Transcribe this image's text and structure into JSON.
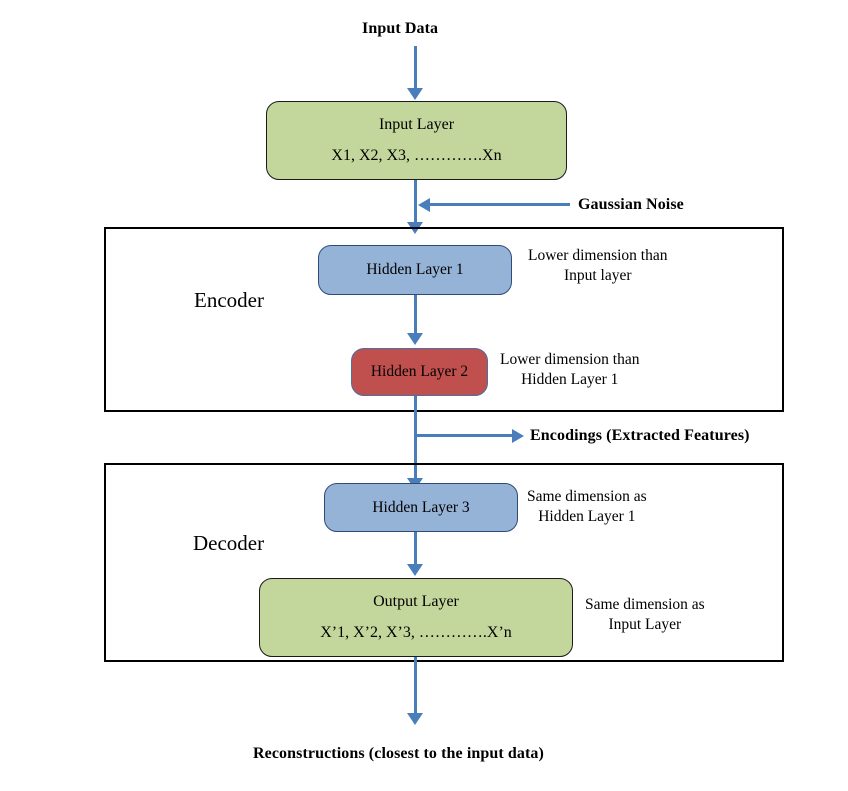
{
  "diagram": {
    "title_top": "Input Data",
    "title_bottom": "Reconstructions (closest to the input data)",
    "noise_label": "Gaussian Noise",
    "encodings_label": "Encodings (Extracted Features)",
    "sections": [
      {
        "name": "encoder",
        "label": "Encoder"
      },
      {
        "name": "decoder",
        "label": "Decoder"
      }
    ],
    "nodes": [
      {
        "name": "input-layer",
        "title": "Input Layer",
        "subtitle": "X1, X2, X3, ………….Xn",
        "color": "#C3D69B"
      },
      {
        "name": "hidden-layer-1",
        "title": "Hidden Layer 1",
        "subtitle": "",
        "color": "#95B3D7"
      },
      {
        "name": "hidden-layer-2",
        "title": "Hidden Layer 2",
        "subtitle": "",
        "color": "#C0504D"
      },
      {
        "name": "hidden-layer-3",
        "title": "Hidden Layer 3",
        "subtitle": "",
        "color": "#95B3D7"
      },
      {
        "name": "output-layer",
        "title": "Output Layer",
        "subtitle": "X’1, X’2, X’3, ………….X’n",
        "color": "#C3D69B"
      }
    ],
    "annotations": [
      {
        "name": "hidden-layer-1-note",
        "line1": "Lower dimension than",
        "line2": "Input layer"
      },
      {
        "name": "hidden-layer-2-note",
        "line1": "Lower dimension than",
        "line2": "Hidden Layer 1"
      },
      {
        "name": "hidden-layer-3-note",
        "line1": "Same dimension as",
        "line2": "Hidden Layer 1"
      },
      {
        "name": "output-layer-note",
        "line1": "Same dimension as",
        "line2": "Input Layer"
      }
    ],
    "colors": {
      "arrow": "#4A7EBB",
      "group_border": "#000000",
      "green": "#C3D69B",
      "blue": "#95B3D7",
      "red": "#C0504D"
    }
  }
}
